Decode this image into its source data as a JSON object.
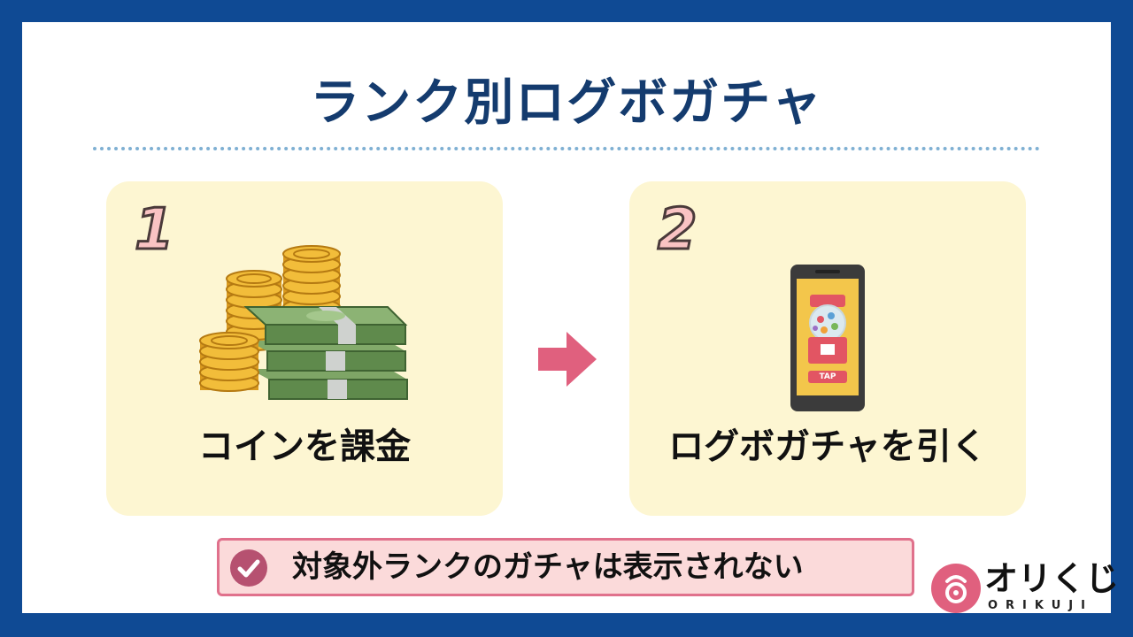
{
  "title": "ランク別ログボガチャ",
  "steps": [
    {
      "number": "1",
      "label": "コインを課金",
      "illustration": "money-coins-illustration"
    },
    {
      "number": "2",
      "label": "ログボガチャを引く",
      "illustration": "smartphone-gacha-illustration",
      "screen_button": "TAP"
    }
  ],
  "note": {
    "icon": "check-circle-icon",
    "text": "対象外ランクのガチャは表示されない"
  },
  "logo": {
    "name": "オリくじ",
    "subtitle": "ORIKUJI"
  },
  "colors": {
    "frame": "#0f4a94",
    "title": "#143b6e",
    "card": "#fdf6d2",
    "arrow": "#e0607e",
    "note_bg": "#fbdada",
    "note_border": "#e0718c"
  }
}
